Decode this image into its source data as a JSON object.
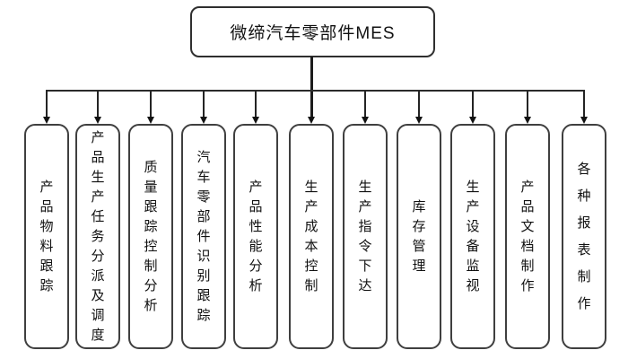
{
  "diagram": {
    "title": "微缔汽车零部件MES",
    "root": {
      "label": "微缔汽车零部件MES"
    },
    "modules": [
      {
        "label": "产品物料跟踪"
      },
      {
        "label": "产品生产任务分派及调度"
      },
      {
        "label": "质量跟踪控制分析"
      },
      {
        "label": "汽车零部件识别跟踪"
      },
      {
        "label": "产品性能分析"
      },
      {
        "label": "生产成本控制"
      },
      {
        "label": "生产指令下达"
      },
      {
        "label": "库存管理"
      },
      {
        "label": "生产设备监视"
      },
      {
        "label": "产品文档制作"
      },
      {
        "label": "各种报表制作"
      }
    ],
    "colors": {
      "background": "#ffffff",
      "line": "#2b2b2b",
      "box_border": "#3f3f3f",
      "text": "#111111"
    }
  }
}
